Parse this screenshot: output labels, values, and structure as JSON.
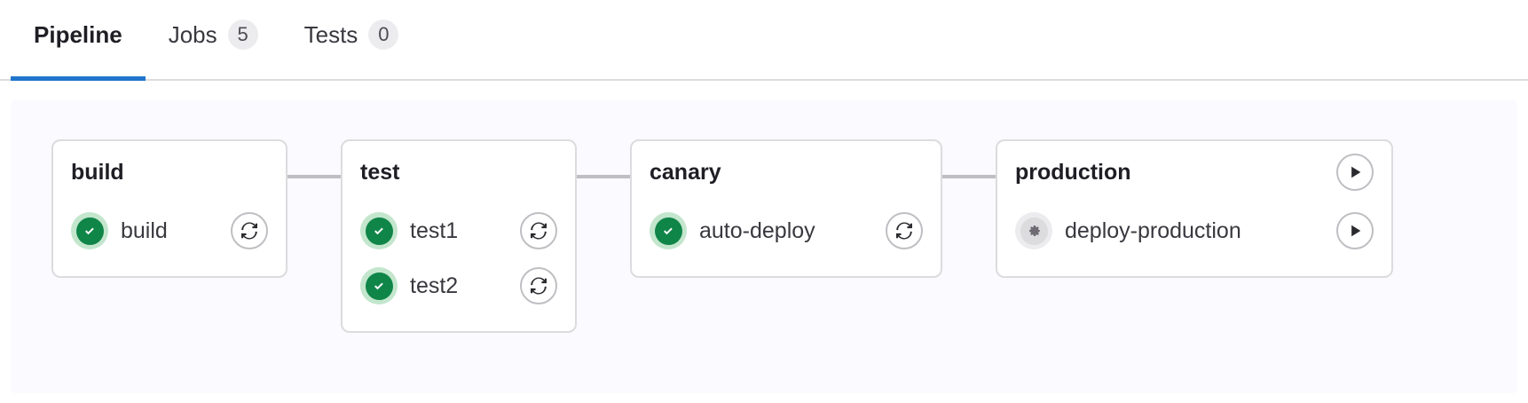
{
  "tabs": [
    {
      "label": "Pipeline",
      "badge": null,
      "active": true,
      "name": "tab-pipeline"
    },
    {
      "label": "Jobs",
      "badge": "5",
      "active": false,
      "name": "tab-jobs"
    },
    {
      "label": "Tests",
      "badge": "0",
      "active": false,
      "name": "tab-tests"
    }
  ],
  "colors": {
    "accent": "#1f75cb",
    "success": "#108548",
    "success_halo": "#c3e6cd",
    "manual": "#dcdcde",
    "canvas_bg": "#fafaff",
    "card_border": "#dcdcde",
    "connector": "#bfbfc3"
  },
  "pipeline": {
    "stages": [
      {
        "name": "build",
        "header_action": null,
        "jobs": [
          {
            "name": "build",
            "status": "success",
            "status_icon": "status-success-icon",
            "action": "retry",
            "action_icon": "retry-icon"
          }
        ]
      },
      {
        "name": "test",
        "header_action": null,
        "jobs": [
          {
            "name": "test1",
            "status": "success",
            "status_icon": "status-success-icon",
            "action": "retry",
            "action_icon": "retry-icon"
          },
          {
            "name": "test2",
            "status": "success",
            "status_icon": "status-success-icon",
            "action": "retry",
            "action_icon": "retry-icon"
          }
        ]
      },
      {
        "name": "canary",
        "header_action": null,
        "jobs": [
          {
            "name": "auto-deploy",
            "status": "success",
            "status_icon": "status-success-icon",
            "action": "retry",
            "action_icon": "retry-icon"
          }
        ]
      },
      {
        "name": "production",
        "header_action": "play",
        "header_action_icon": "play-icon",
        "jobs": [
          {
            "name": "deploy-production",
            "status": "manual",
            "status_icon": "gear-icon",
            "action": "play",
            "action_icon": "play-icon"
          }
        ]
      }
    ]
  }
}
